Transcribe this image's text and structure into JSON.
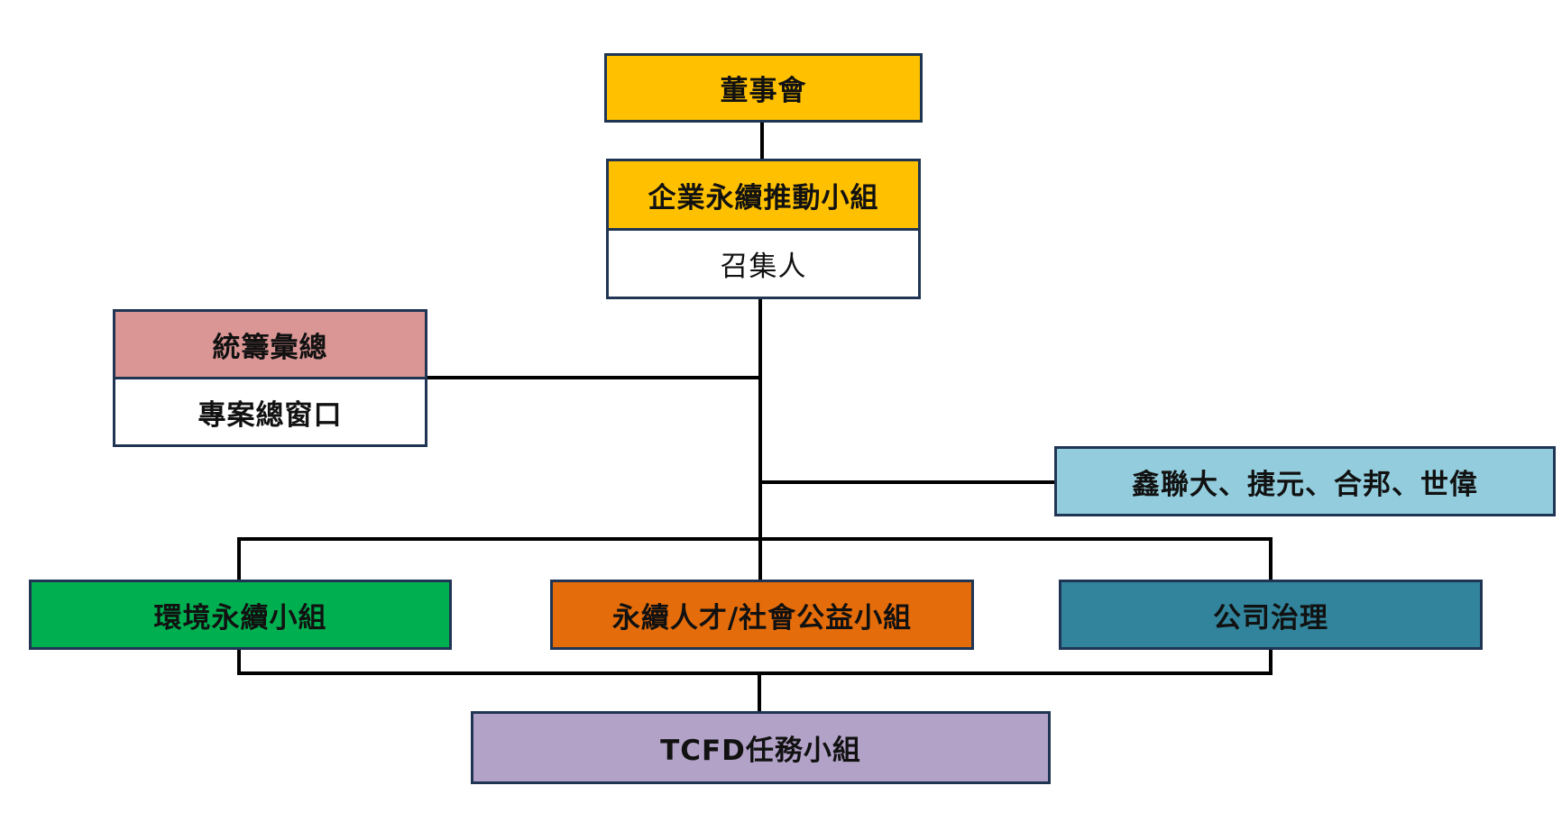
{
  "diagram": {
    "type": "org-chart",
    "nodes": {
      "board": {
        "label": "董事會",
        "color": "#ffc000"
      },
      "promotion_group": {
        "label": "企業永續推動小組",
        "color": "#ffc000"
      },
      "convener": {
        "label": "召集人",
        "color": "#ffffff"
      },
      "coordination": {
        "label": "統籌彙總",
        "color": "#da9694"
      },
      "project_window": {
        "label": "專案總窗口",
        "color": "#ffffff"
      },
      "subsidiaries": {
        "label": "鑫聯大、捷元、合邦、世偉",
        "color": "#93cddd"
      },
      "environment": {
        "label": "環境永續小組",
        "color": "#00b050"
      },
      "talent_social": {
        "label": "永續人才/社會公益小組",
        "color": "#e46c0a"
      },
      "governance": {
        "label": "公司治理",
        "color": "#31849b"
      },
      "tcfd": {
        "label": "TCFD任務小組",
        "color": "#b2a2c7"
      }
    },
    "edges": [
      [
        "board",
        "promotion_group"
      ],
      [
        "promotion_group",
        "coordination"
      ],
      [
        "promotion_group",
        "subsidiaries"
      ],
      [
        "promotion_group",
        "environment"
      ],
      [
        "promotion_group",
        "talent_social"
      ],
      [
        "promotion_group",
        "governance"
      ],
      [
        "environment",
        "tcfd"
      ],
      [
        "talent_social",
        "tcfd"
      ],
      [
        "governance",
        "tcfd"
      ]
    ]
  }
}
